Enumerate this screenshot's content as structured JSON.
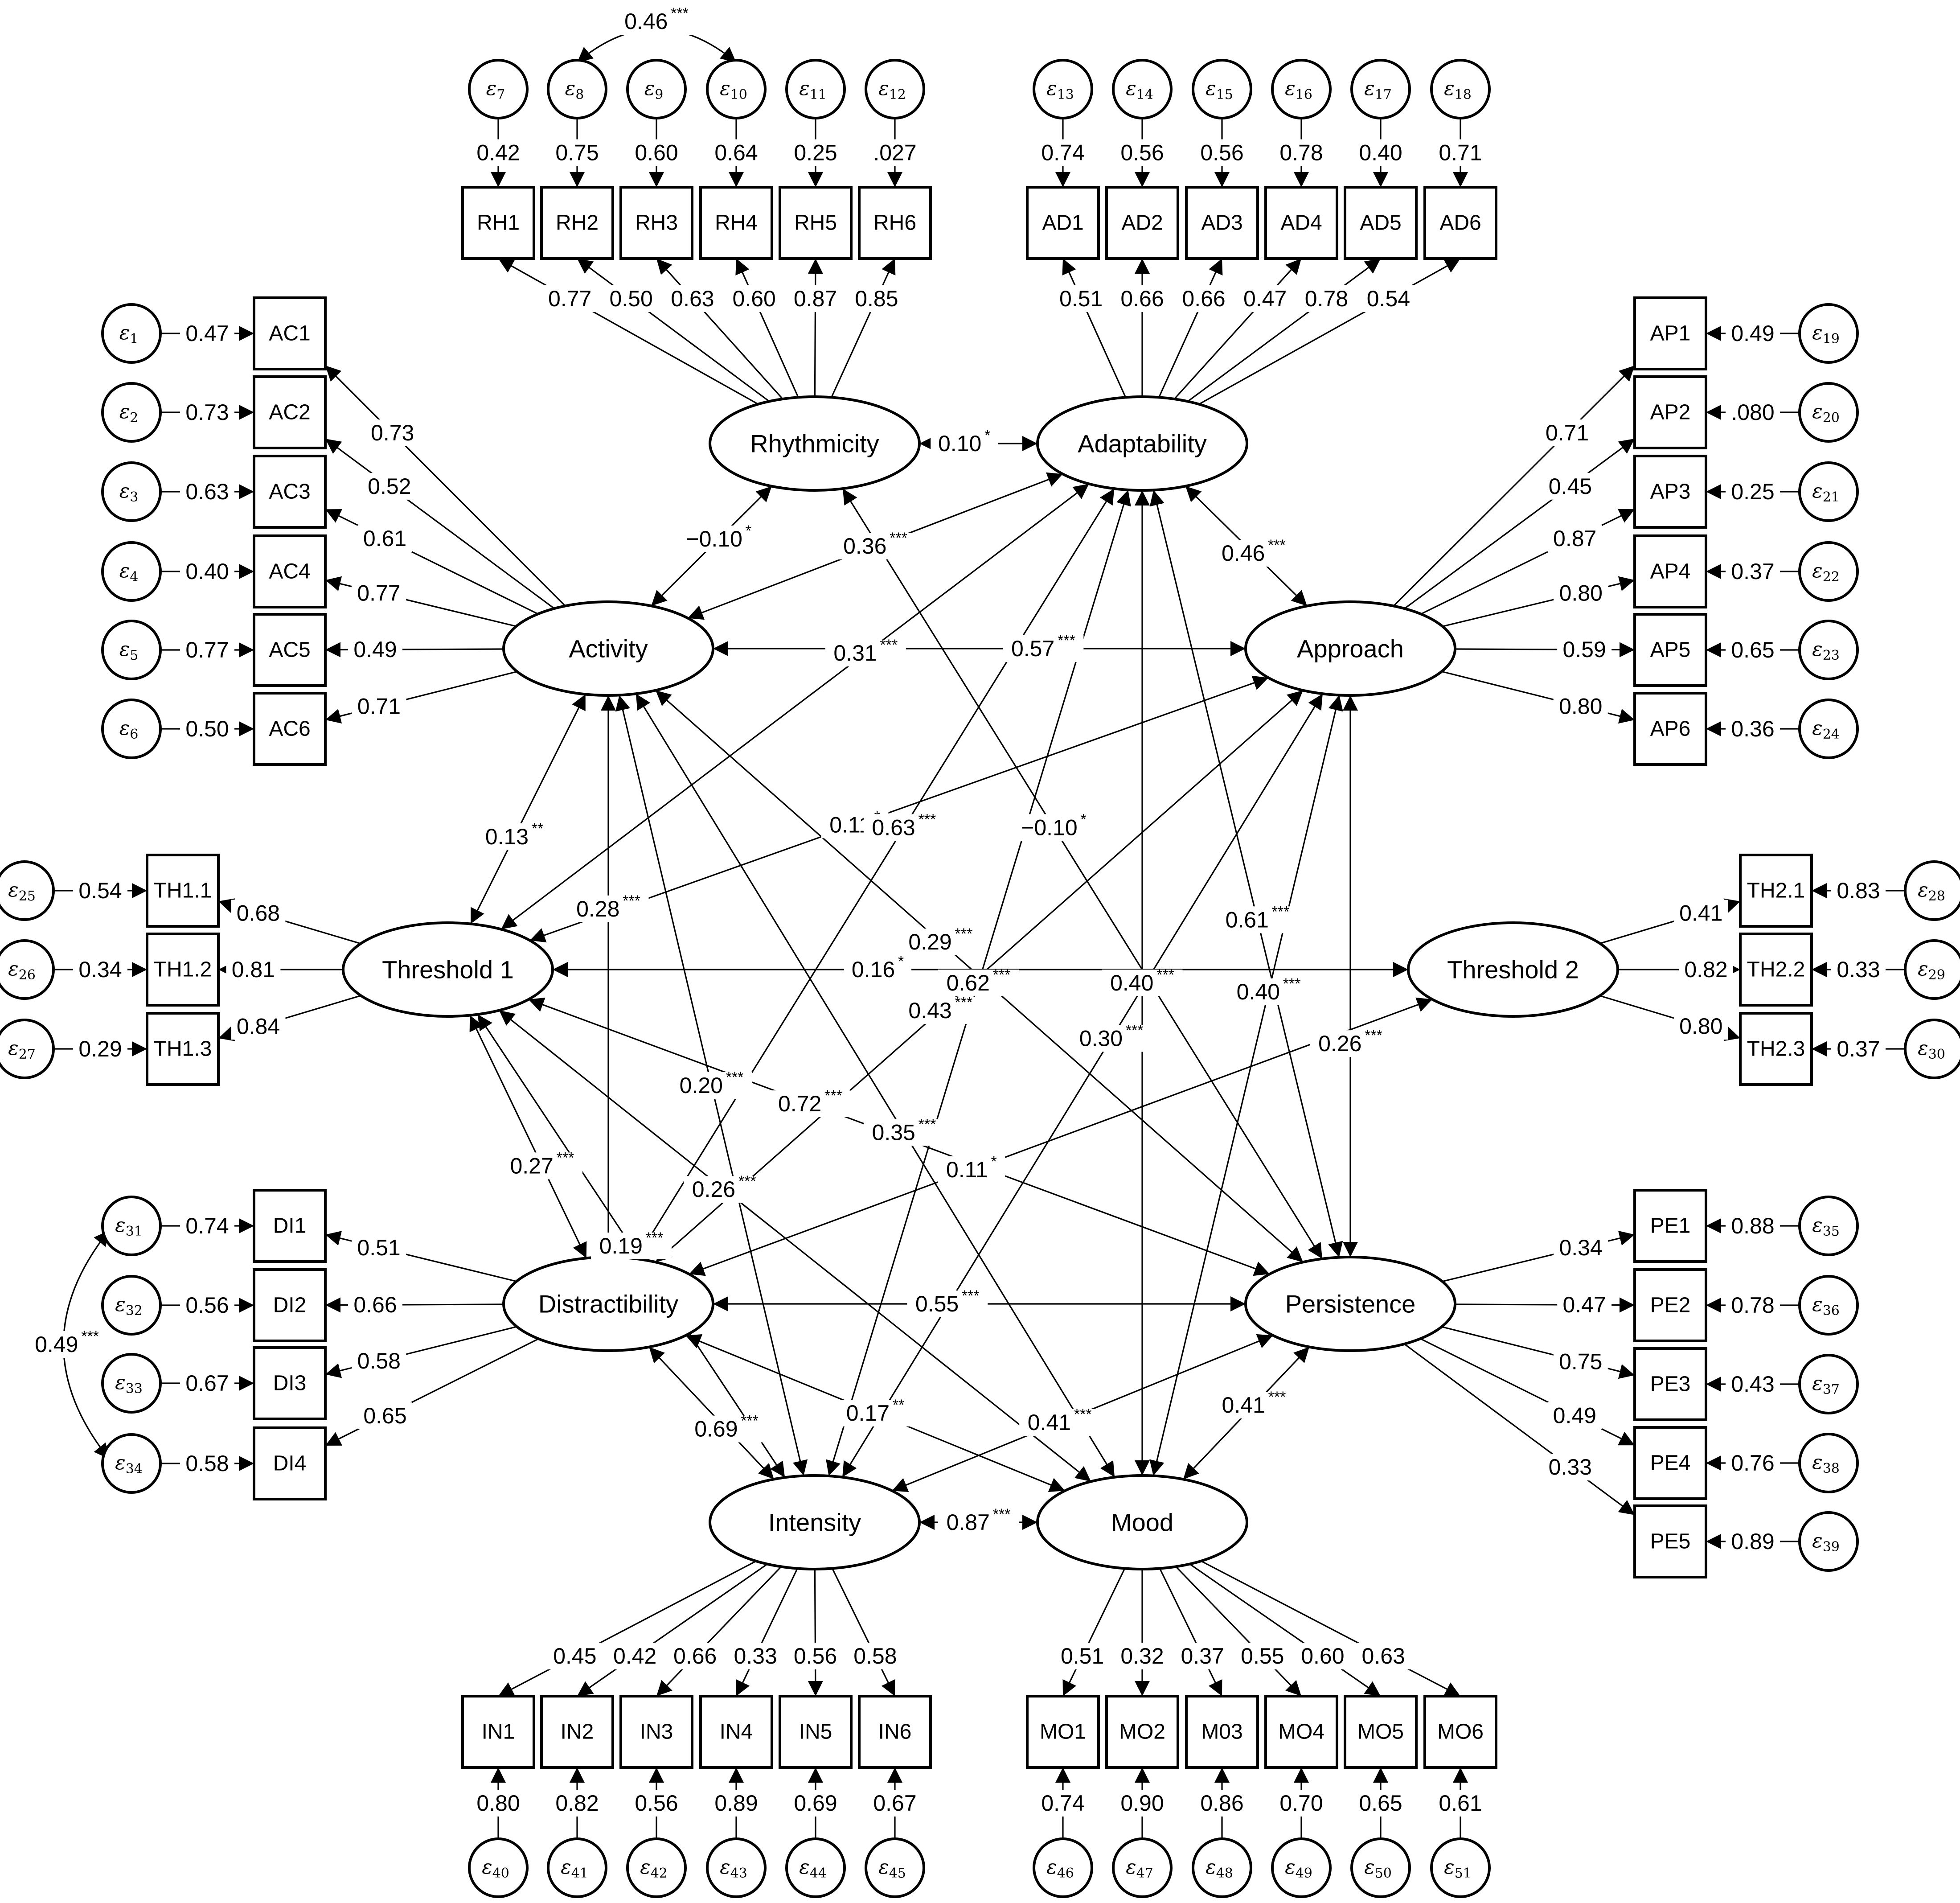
{
  "factors": {
    "rhythmicity": "Rhythmicity",
    "adaptability": "Adaptability",
    "activity": "Activity",
    "approach": "Approach",
    "threshold1": "Threshold 1",
    "threshold2": "Threshold 2",
    "distractibility": "Distractibility",
    "persistence": "Persistence",
    "intensity": "Intensity",
    "mood": "Mood"
  },
  "indicators": {
    "RH": [
      "RH1",
      "RH2",
      "RH3",
      "RH4",
      "RH5",
      "RH6"
    ],
    "AD": [
      "AD1",
      "AD2",
      "AD3",
      "AD4",
      "AD5",
      "AD6"
    ],
    "AC": [
      "AC1",
      "AC2",
      "AC3",
      "AC4",
      "AC5",
      "AC6"
    ],
    "AP": [
      "AP1",
      "AP2",
      "AP3",
      "AP4",
      "AP5",
      "AP6"
    ],
    "TH1": [
      "TH1.1",
      "TH1.2",
      "TH1.3"
    ],
    "TH2": [
      "TH2.1",
      "TH2.2",
      "TH2.3"
    ],
    "DI": [
      "DI1",
      "DI2",
      "DI3",
      "DI4"
    ],
    "PE": [
      "PE1",
      "PE2",
      "PE3",
      "PE4",
      "PE5"
    ],
    "IN": [
      "IN1",
      "IN2",
      "IN3",
      "IN4",
      "IN5",
      "IN6"
    ],
    "MO": [
      "MO1",
      "MO2",
      "M03",
      "MO4",
      "MO5",
      "MO6"
    ]
  },
  "errors": {
    "symbol": "ε",
    "RH": [
      "7",
      "8",
      "9",
      "10",
      "11",
      "12"
    ],
    "AD": [
      "13",
      "14",
      "15",
      "16",
      "17",
      "18"
    ],
    "AC": [
      "1",
      "2",
      "3",
      "4",
      "5",
      "6"
    ],
    "AP": [
      "19",
      "20",
      "21",
      "22",
      "23",
      "24"
    ],
    "TH1": [
      "25",
      "26",
      "27"
    ],
    "TH2": [
      "28",
      "29",
      "30"
    ],
    "DI": [
      "31",
      "32",
      "33",
      "34"
    ],
    "PE": [
      "35",
      "36",
      "37",
      "38",
      "39"
    ],
    "IN": [
      "40",
      "41",
      "42",
      "43",
      "44",
      "45"
    ],
    "MO": [
      "46",
      "47",
      "48",
      "49",
      "50",
      "51"
    ]
  },
  "loadings": {
    "RH": [
      "0.77",
      "0.50",
      "0.63",
      "0.60",
      "0.87",
      "0.85"
    ],
    "AD": [
      "0.51",
      "0.66",
      "0.66",
      "0.47",
      "0.78",
      "0.54"
    ],
    "AC": [
      "0.73",
      "0.52",
      "0.61",
      "0.77",
      "0.49",
      "0.71"
    ],
    "AP": [
      "0.71",
      "0.45",
      "0.87",
      "0.80",
      "0.59",
      "0.80"
    ],
    "TH1": [
      "0.68",
      "0.81",
      "0.84"
    ],
    "TH2": [
      "0.41",
      "0.82",
      "0.80"
    ],
    "DI": [
      "0.51",
      "0.66",
      "0.58",
      "0.65"
    ],
    "PE": [
      "0.34",
      "0.47",
      "0.75",
      "0.49",
      "0.33"
    ],
    "IN": [
      "0.45",
      "0.42",
      "0.66",
      "0.33",
      "0.56",
      "0.58"
    ],
    "MO": [
      "0.51",
      "0.32",
      "0.37",
      "0.55",
      "0.60",
      "0.63"
    ]
  },
  "residuals": {
    "RH": [
      "0.42",
      "0.75",
      "0.60",
      "0.64",
      "0.25",
      ".027"
    ],
    "AD": [
      "0.74",
      "0.56",
      "0.56",
      "0.78",
      "0.40",
      "0.71"
    ],
    "AC": [
      "0.47",
      "0.73",
      "0.63",
      "0.40",
      "0.77",
      "0.50"
    ],
    "AP": [
      "0.49",
      ".080",
      "0.25",
      "0.37",
      "0.65",
      "0.36"
    ],
    "TH1": [
      "0.54",
      "0.34",
      "0.29"
    ],
    "TH2": [
      "0.83",
      "0.33",
      "0.37"
    ],
    "DI": [
      "0.74",
      "0.56",
      "0.67",
      "0.58"
    ],
    "PE": [
      "0.88",
      "0.78",
      "0.43",
      "0.76",
      "0.89"
    ],
    "IN": [
      "0.80",
      "0.82",
      "0.56",
      "0.89",
      "0.69",
      "0.67"
    ],
    "MO": [
      "0.74",
      "0.90",
      "0.86",
      "0.70",
      "0.65",
      "0.61"
    ]
  },
  "correlations": [
    {
      "from": "rhythmicity",
      "to": "adaptability",
      "value": "0.10",
      "sig": "*"
    },
    {
      "from": "rhythmicity",
      "to": "activity",
      "value": "−0.10",
      "sig": "*"
    },
    {
      "from": "adaptability",
      "to": "activity",
      "value": "0.36",
      "sig": "***"
    },
    {
      "from": "adaptability",
      "to": "approach",
      "value": "0.46",
      "sig": "***"
    },
    {
      "from": "activity",
      "to": "approach",
      "value": "0.57",
      "sig": "***"
    },
    {
      "from": "adaptability",
      "to": "threshold1",
      "value": "0.31",
      "sig": "***"
    },
    {
      "from": "rhythmicity",
      "to": "persistence",
      "value": "−0.10",
      "sig": "*"
    },
    {
      "from": "adaptability",
      "to": "mood",
      "value": "0.40",
      "sig": "***"
    },
    {
      "from": "approach",
      "to": "threshold1",
      "value": "0.11",
      "sig": "*"
    },
    {
      "from": "activity",
      "to": "threshold1",
      "value": "0.13",
      "sig": "**"
    },
    {
      "from": "activity",
      "to": "distractibility",
      "value": "0.28",
      "sig": "***"
    },
    {
      "from": "adaptability",
      "to": "distractibility",
      "value": "0.63",
      "sig": "***"
    },
    {
      "from": "adaptability",
      "to": "intensity",
      "value": "0.62",
      "sig": "***"
    },
    {
      "from": "adaptability",
      "to": "persistence",
      "value": "0.61",
      "sig": "***"
    },
    {
      "from": "approach",
      "to": "persistence",
      "value": "0.26",
      "sig": "***"
    },
    {
      "from": "threshold1",
      "to": "threshold2",
      "value": "0.16",
      "sig": "*"
    },
    {
      "from": "activity",
      "to": "persistence",
      "value": "0.29",
      "sig": "***"
    },
    {
      "from": "activity",
      "to": "intensity",
      "value": "0.20",
      "sig": "***"
    },
    {
      "from": "activity",
      "to": "mood",
      "value": "0.35",
      "sig": "***"
    },
    {
      "from": "threshold1",
      "to": "distractibility",
      "value": "0.27",
      "sig": "***"
    },
    {
      "from": "threshold1",
      "to": "mood",
      "value": "0.26",
      "sig": "***"
    },
    {
      "from": "approach",
      "to": "intensity",
      "value": "0.30",
      "sig": "***"
    },
    {
      "from": "threshold1",
      "to": "intensity",
      "value": "0.19",
      "sig": "***"
    },
    {
      "from": "approach",
      "to": "distractibility",
      "value": "0.43",
      "sig": "***"
    },
    {
      "from": "threshold2",
      "to": "distractibility",
      "value": "0.11",
      "sig": "*"
    },
    {
      "from": "approach",
      "to": "mood",
      "value": "0.40",
      "sig": "***"
    },
    {
      "from": "distractibility",
      "to": "persistence",
      "value": "0.55",
      "sig": "***"
    },
    {
      "from": "distractibility",
      "to": "mood",
      "value": "0.17",
      "sig": "**"
    },
    {
      "from": "persistence",
      "to": "intensity",
      "value": "0.41",
      "sig": "***"
    },
    {
      "from": "distractibility",
      "to": "intensity",
      "value": "0.69",
      "sig": "***"
    },
    {
      "from": "threshold1",
      "to": "persistence",
      "value": "0.72",
      "sig": "***"
    },
    {
      "from": "persistence",
      "to": "mood",
      "value": "0.41",
      "sig": "***"
    },
    {
      "from": "intensity",
      "to": "mood",
      "value": "0.87",
      "sig": "***"
    }
  ],
  "error_covariances": [
    {
      "from": "8",
      "to": "10",
      "value": "0.46",
      "sig": "***"
    },
    {
      "from": "31",
      "to": "34",
      "value": "0.49",
      "sig": "***"
    }
  ]
}
